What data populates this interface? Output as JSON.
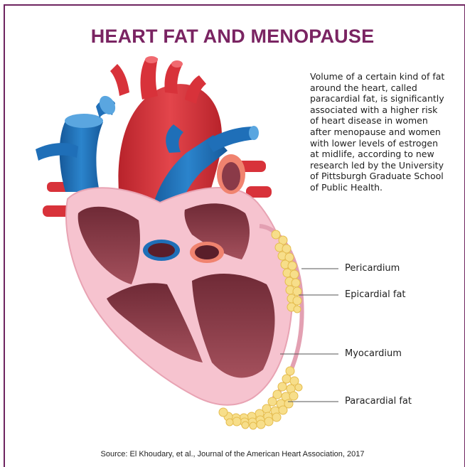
{
  "title": "HEART FAT AND MENOPAUSE",
  "description": "Volume of a certain kind of fat around the heart, called paracardial fat, is significantly associated with a higher risk of heart disease in women after menopause and women with lower levels of estrogen at midlife, according to new research led by the University of Pittsburgh Graduate School of Public Health.",
  "labels": {
    "pericardium": "Pericardium",
    "epicardial_fat": "Epicardial fat",
    "myocardium": "Myocardium",
    "paracardial_fat": "Paracardial fat"
  },
  "source": "Source: El Khoudary, et al., Journal of the American Heart Association, 2017",
  "colors": {
    "title": "#7a2462",
    "frame": "#6e2560",
    "artery_red": "#d8323a",
    "vein_blue": "#1f6fb8",
    "myocardium_pink": "#f6c3cf",
    "chamber_maroon": "#8a3a48",
    "fat_yellow": "#f7de8a"
  }
}
